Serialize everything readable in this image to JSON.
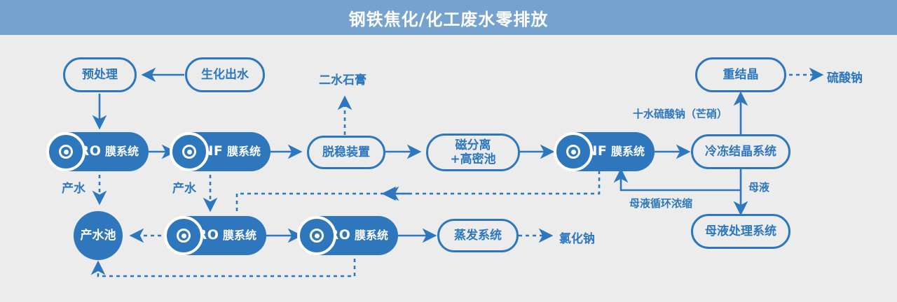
{
  "header": {
    "title": "钢铁焦化/化工废水零排放"
  },
  "colors": {
    "header_bg": "#76a2cf",
    "page_bg": "#ececec",
    "accent": "#2d77bf",
    "node_fill": "#2f77bd",
    "node_text_light": "#ffffff"
  },
  "nodes": {
    "pretreatment": {
      "label": "预处理"
    },
    "bio_effluent": {
      "label": "生化出水"
    },
    "cdro_membrane_1": {
      "code": "CDRO",
      "sub": "膜系统"
    },
    "cdnf_membrane_1": {
      "code": "CDNF",
      "sub": "膜系统"
    },
    "destabilizer": {
      "label": "脱稳装置"
    },
    "magnetic_sep": {
      "line1": "磁分离",
      "line2": "+高密池"
    },
    "cdnf_membrane_2": {
      "code": "CDNF",
      "sub": "膜系统"
    },
    "freeze_cryst": {
      "label": "冷冻结晶系统"
    },
    "recrystallization": {
      "label": "重结晶"
    },
    "mother_liquor_sys": {
      "label": "母液处理系统"
    },
    "product_water_tank": {
      "label": "产水池"
    },
    "cdro_membrane_2": {
      "code": "CDRO",
      "sub": "膜系统"
    },
    "dtro_membrane": {
      "code": "DTRO",
      "sub": "膜系统"
    },
    "evaporation_sys": {
      "label": "蒸发系统"
    }
  },
  "outputs": {
    "gypsum": {
      "label": "二水石膏"
    },
    "sodium_sulfate": {
      "label": "硫酸钠"
    },
    "sodium_chloride": {
      "label": "氯化钠"
    }
  },
  "edge_labels": {
    "product_water_1": {
      "label": "产水"
    },
    "product_water_2": {
      "label": "产水"
    },
    "glauber_salt": {
      "label": "十水硫酸钠（芒硝）"
    },
    "mother_liquor": {
      "label": "母液"
    },
    "mother_liquor_recycle": {
      "label": "母液循环浓缩"
    }
  },
  "icons": {
    "device": "target-icon"
  }
}
